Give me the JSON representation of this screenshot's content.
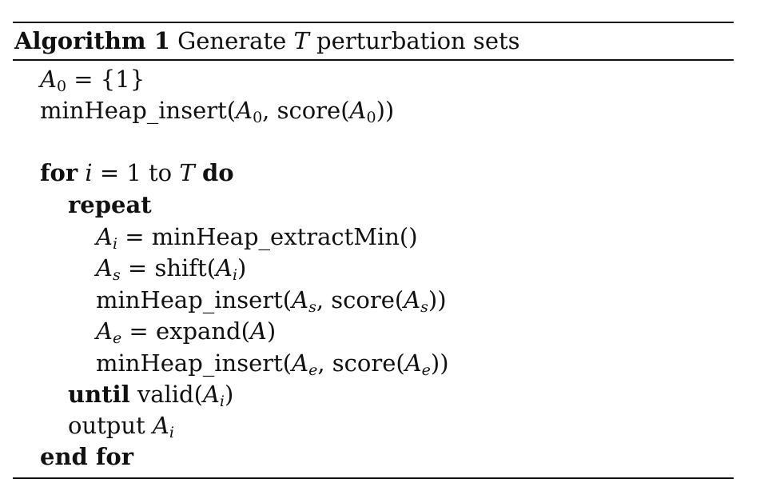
{
  "caption": {
    "label": "Algorithm 1",
    "text_before": "Generate",
    "variable": "T",
    "text_after": "perturbation sets"
  },
  "lines": [
    {
      "id": "l1",
      "text": "A0 = {1}"
    },
    {
      "id": "l2",
      "text": "minHeap_insert(A0, score(A0))"
    },
    {
      "id": "l3",
      "text": "for i = 1 to T do"
    },
    {
      "id": "l4",
      "text": "repeat"
    },
    {
      "id": "l5",
      "text": "Ai = minHeap_extractMin()"
    },
    {
      "id": "l6",
      "text": "As = shift(Ai)"
    },
    {
      "id": "l7",
      "text": "minHeap_insert(As, score(As))"
    },
    {
      "id": "l8",
      "text": "Ae = expand(A)"
    },
    {
      "id": "l9",
      "text": "minHeap_insert(Ae, score(Ae))"
    },
    {
      "id": "l10",
      "text": "until valid(Ai)"
    },
    {
      "id": "l11",
      "text": "output Ai"
    },
    {
      "id": "l12",
      "text": "end for"
    }
  ],
  "tokens": {
    "A": "A",
    "i": "i",
    "T": "T",
    "sub0": "0",
    "sub_i": "i",
    "sub_s": "s",
    "sub_e": "e",
    "eq": " = ",
    "set1": "{1}",
    "minHeap": "minHeap",
    "insert": "insert",
    "extractMin": "extractMin()",
    "score_open": "score(",
    "shift_open": "shift(",
    "expand_open": "expand(",
    "valid_open": "valid(",
    "output": "output ",
    "comma": ", ",
    "lparen": "(",
    "rparen": ")",
    "rparen2": "))",
    "one": "1",
    "kw_for": "for",
    "kw_to": " to ",
    "kw_do": "do",
    "kw_repeat": "repeat",
    "kw_until": "until",
    "kw_end_for": "end for"
  }
}
